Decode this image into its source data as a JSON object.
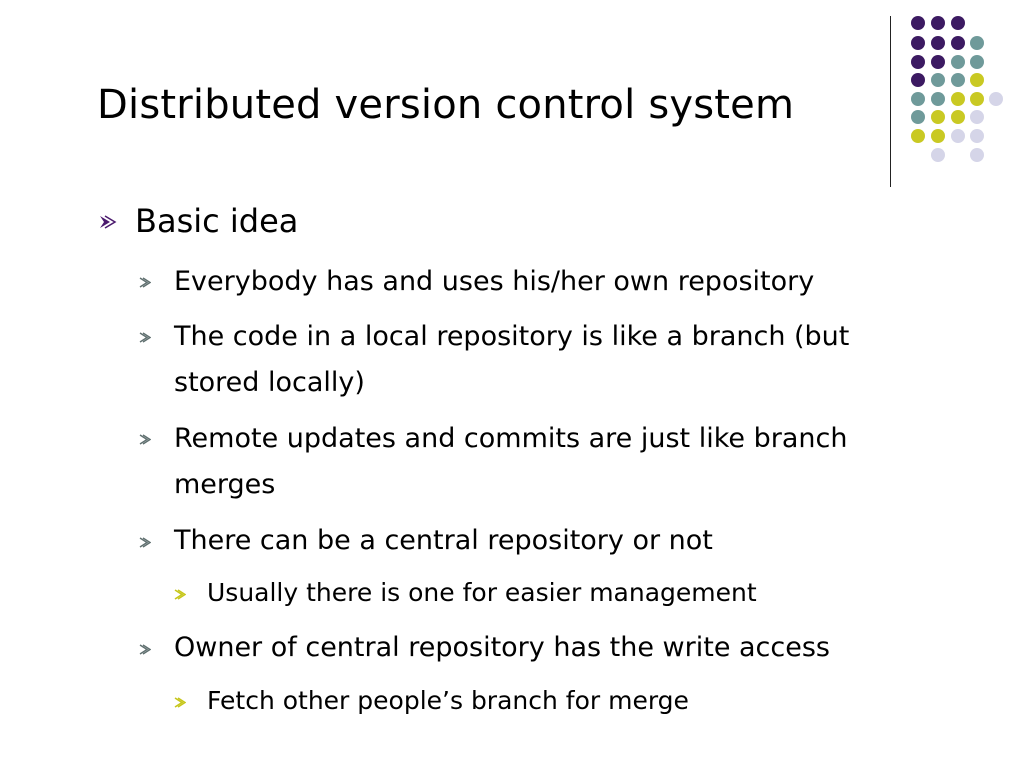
{
  "slide": {
    "title": "Distributed version control system",
    "accent": {
      "arrow_purple": "#4b1a6e",
      "arrow_grey": "#5f6f6f",
      "arrow_yellow": "#c6c61a",
      "dot_purple": "#3c1a62",
      "dot_teal": "#6f9a9a",
      "dot_yellow": "#c9c923",
      "dot_lavender": "#d5d5e8",
      "divider": "#222222"
    },
    "bullets": [
      {
        "level": 1,
        "text": "Basic idea"
      },
      {
        "level": 2,
        "text": "Everybody has and uses his/her own repository"
      },
      {
        "level": 2,
        "lines": [
          "The code in a local repository is like a branch (but",
          "stored locally)"
        ]
      },
      {
        "level": 2,
        "lines": [
          "Remote updates and commits are just like branch",
          "merges"
        ]
      },
      {
        "level": 2,
        "text": "There can be a central repository or not"
      },
      {
        "level": 3,
        "text": "Usually there is one for easier management"
      },
      {
        "level": 2,
        "text": "Owner of central repository has the write access"
      },
      {
        "level": 3,
        "text": "Fetch other people’s branch for merge"
      }
    ]
  }
}
